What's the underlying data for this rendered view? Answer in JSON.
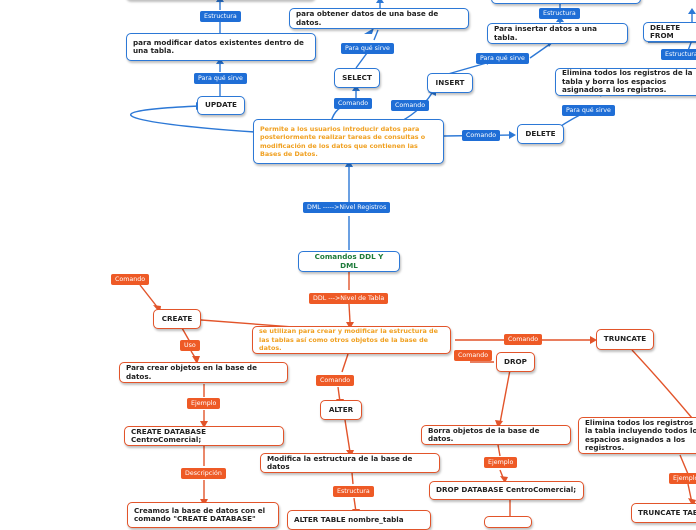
{
  "colors": {
    "blue": "#1f6ed6",
    "red": "#ee5a26",
    "root_text": "#1e7b3a",
    "desc_text": "#f0a020"
  },
  "root": "Comandos DDL Y DML",
  "dml": {
    "branch_label": "DML ----->Nivel Registros",
    "description": "Permite a los usuarios introducir datos para posteriormente realizar tareas de consultas o modificación de los datos que contienen las Bases de Datos.",
    "commands": {
      "update": {
        "name": "UPDATE",
        "edge": "Comando",
        "purpose_label": "Para qué sirve",
        "purpose": "para modificar datos existentes dentro de una tabla.",
        "syntax_label": "Estructura"
      },
      "select": {
        "name": "SELECT",
        "edge": "Comando",
        "purpose_label": "Para qué sirve",
        "purpose": "para obtener datos de una base de datos."
      },
      "insert": {
        "name": "INSERT",
        "edge": "Comando",
        "purpose_label": "Para qué sirve",
        "purpose": "Para insertar datos a una tabla.",
        "syntax_label": "Estructura"
      },
      "delete": {
        "name": "DELETE",
        "edge": "Comando",
        "purpose_label": "Para qué sirve",
        "purpose": "Elimina todos los registros de la tabla y borra los espacios asignados a los registros.",
        "syntax_label": "Estructura",
        "example": "DELETE FROM"
      }
    }
  },
  "ddl": {
    "branch_label": "DDL --->Nivel de Tabla",
    "description": "se utilizan para crear y modificar la estructura de las tablas así como otros objetos de la base de datos.",
    "commands": {
      "create": {
        "name": "CREATE",
        "edge": "Comando",
        "use_label": "Uso",
        "use": "Para crear objetos en la base de datos.",
        "example_label": "Ejemplo",
        "example": "CREATE DATABASE CentroComercial;",
        "description_label": "Descripción",
        "description": "Creamos la base de datos con el comando \"CREATE DATABASE\""
      },
      "alter": {
        "name": "ALTER",
        "edge": "Comando",
        "purpose": "Modifica la estructura de la base de datos",
        "syntax_label": "Estructura",
        "syntax": "ALTER TABLE nombre_tabla"
      },
      "drop": {
        "name": "DROP",
        "edge": "Comando",
        "purpose": "Borra objetos de la base de datos.",
        "example_label": "Ejemplo",
        "example": "DROP DATABASE  CentroComercial;"
      },
      "truncate": {
        "name": "TRUNCATE",
        "edge": "Comando",
        "purpose": "Elimina todos los registros de la tabla incluyendo todos los espacios asignados a los registros.",
        "example_label": "Ejemplo",
        "example": "TRUNCATE TAB"
      }
    }
  }
}
